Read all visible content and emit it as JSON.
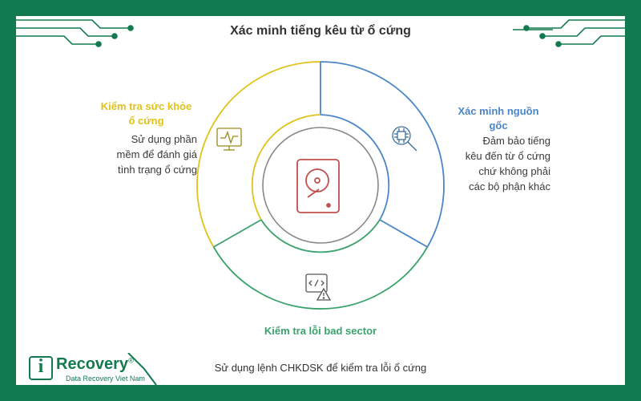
{
  "title": "Xác minh tiếng kêu từ ổ cứng",
  "sections": {
    "health_check": {
      "title_line1": "Kiểm tra sức khỏe",
      "title_line2": "ổ cứng",
      "desc_lines": [
        "Sử dụng phần",
        "mềm để đánh giá",
        "tình trạng ổ cứng"
      ],
      "color": "#e0c21a",
      "icon": "monitor-pulse-icon"
    },
    "source": {
      "title_line1": "Xác minh nguồn",
      "title_line2": "gốc",
      "desc_lines": [
        "Đảm bảo tiếng",
        "kêu đến từ ổ cứng",
        "chứ không phải",
        "các bộ phận khác"
      ],
      "color": "#4a86c8",
      "icon": "chip-magnifier-icon"
    },
    "bad_sector": {
      "title": "Kiểm tra lỗi bad sector",
      "desc": "Sử dụng lệnh CHKDSK để kiểm tra lỗi ổ cứng",
      "color": "#3aa36c",
      "icon": "code-warning-icon"
    }
  },
  "center": {
    "icon": "hard-drive-icon",
    "color": "#c0504d"
  },
  "logo": {
    "brand": "Recovery",
    "brand_first": "i",
    "registered": "®",
    "tagline": "Data Recovery Viet Nam",
    "color": "#137a4f"
  }
}
